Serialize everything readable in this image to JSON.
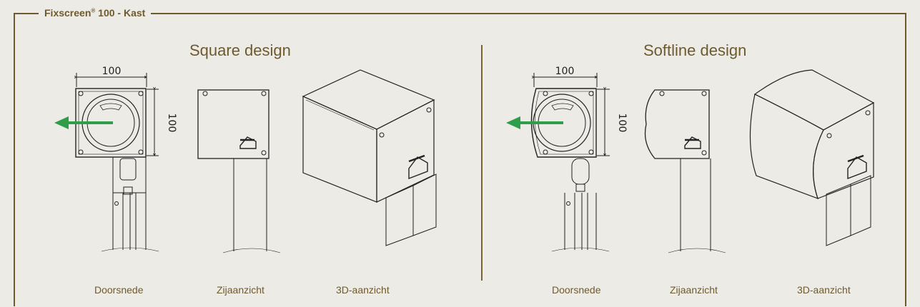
{
  "panel": {
    "title_main": "Fixscreen",
    "title_reg": "®",
    "title_rest": " 100 - Kast"
  },
  "square": {
    "heading": "Square design",
    "width_label": "100",
    "height_label": "100",
    "captions": [
      "Doorsnede",
      "Zijaanzicht",
      "3D-aanzicht"
    ]
  },
  "softline": {
    "heading": "Softline design",
    "width_label": "100",
    "height_label": "100",
    "captions": [
      "Doorsnede",
      "Zijaanzicht",
      "3D-aanzicht"
    ]
  },
  "colors": {
    "accent": "#6f5a2e",
    "arrow": "#2e9e4a",
    "background": "#ecebe6"
  }
}
